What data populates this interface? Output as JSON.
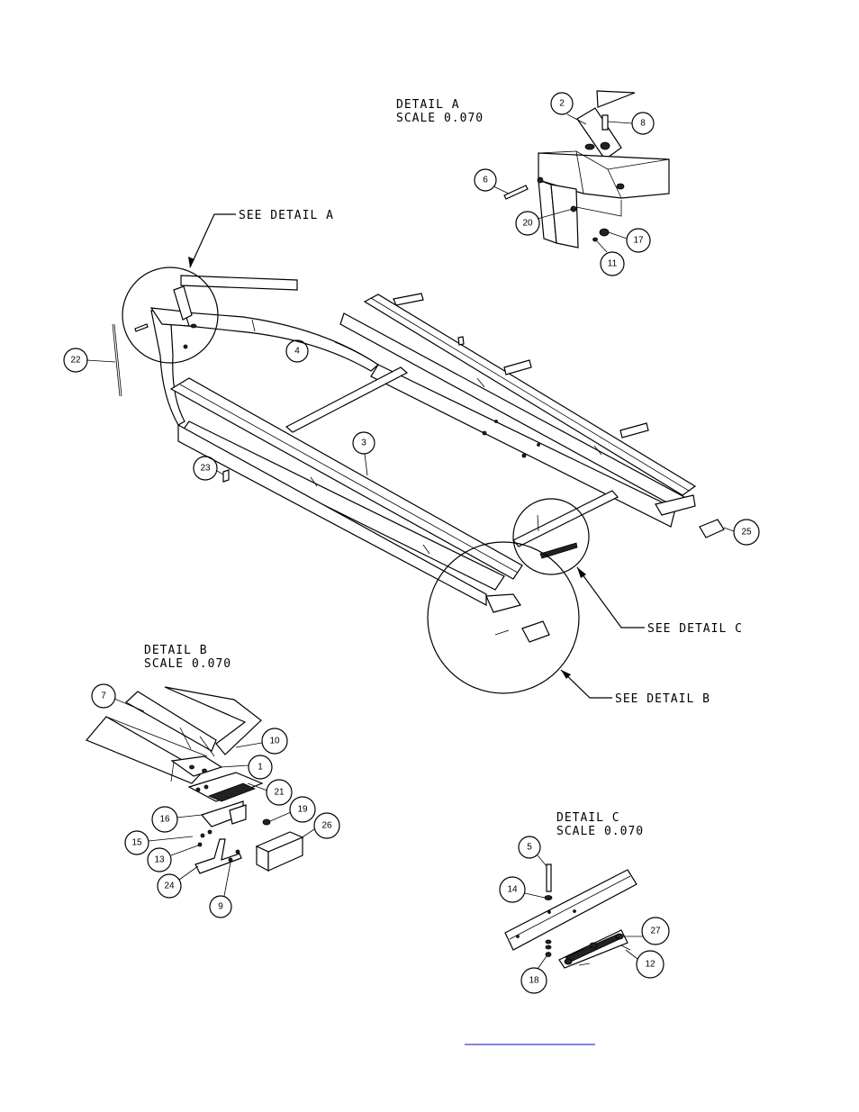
{
  "details": {
    "a": {
      "title": "DETAIL  A",
      "scale": "SCALE  0.070",
      "callout": "SEE DETAIL  A"
    },
    "b": {
      "title": "DETAIL  B",
      "scale": "SCALE  0.070",
      "callout": "SEE DETAIL  B"
    },
    "c": {
      "title": "DETAIL  C",
      "scale": "SCALE  0.070",
      "callout": "SEE DETAIL  C"
    }
  },
  "balloons": {
    "b1": "1",
    "b2": "2",
    "b3": "3",
    "b4": "4",
    "b5": "5",
    "b6": "6",
    "b7": "7",
    "b8": "8",
    "b9": "9",
    "b10": "10",
    "b11": "11",
    "b12": "12",
    "b13": "13",
    "b14": "14",
    "b15": "15",
    "b16": "16",
    "b17": "17",
    "b18": "18",
    "b19": "19",
    "b20": "20",
    "b21": "21",
    "b22": "22",
    "b23": "23",
    "b24": "24",
    "b25": "25",
    "b26": "26",
    "b27": "27"
  }
}
